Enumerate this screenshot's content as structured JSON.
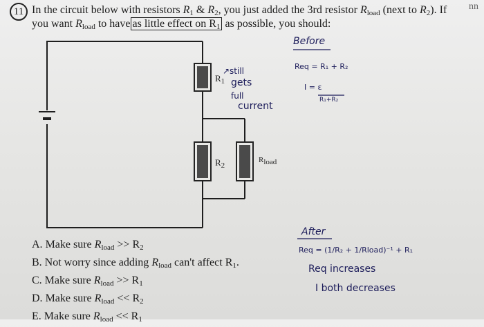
{
  "question": {
    "number": "11",
    "text_a": "In the circuit below with resistors ",
    "r1": "R",
    "r1_sub": "1",
    "amp": " & ",
    "r2": "R",
    "r2_sub": "2",
    "text_b": ", you just added the 3rd resistor ",
    "rload": "R",
    "rload_sub": "load",
    "text_c": " (next to ",
    "text_d": "). If",
    "line2_a": "you want ",
    "line2_b": " to have",
    "boxed": "as little effect on R",
    "boxed_sub": "1",
    "line2_c": "as possible, you should:"
  },
  "edge_text": "nn",
  "circuit": {
    "r1_label": "R",
    "r1_label_sub": "1",
    "r2_label": "R",
    "r2_label_sub": "2",
    "rload_label": "R",
    "rload_label_sub": "load"
  },
  "notes": {
    "still": "↗still",
    "gets": "gets",
    "full": "full",
    "current": "current",
    "before": "Before",
    "req1": "Req = R₁ + R₂",
    "i_num": "I = ε",
    "i_den": "R₁+R₂",
    "after": "After",
    "req2": "Req = (1/R₂ + 1/Rload)⁻¹ + R₁",
    "req_inc": "Req increases",
    "i_dec": "I both decreases"
  },
  "choices": [
    {
      "letter": "A.",
      "pre": "Make sure ",
      "r": "R",
      "sub": "load",
      "post": " >> R",
      "post_sub": "2"
    },
    {
      "letter": "B.",
      "pre": "Not worry since adding ",
      "r": "R",
      "sub": "load",
      "post": " can't affect R",
      "post_sub": "1",
      "tail": "."
    },
    {
      "letter": "C.",
      "pre": "Make sure ",
      "r": "R",
      "sub": "load",
      "post": " >> R",
      "post_sub": "1"
    },
    {
      "letter": "D.",
      "pre": "Make sure ",
      "r": "R",
      "sub": "load",
      "post": " << R",
      "post_sub": "2"
    },
    {
      "letter": "E.",
      "pre": "Make sure ",
      "r": "R",
      "sub": "load",
      "post": " << R",
      "post_sub": "1"
    }
  ]
}
